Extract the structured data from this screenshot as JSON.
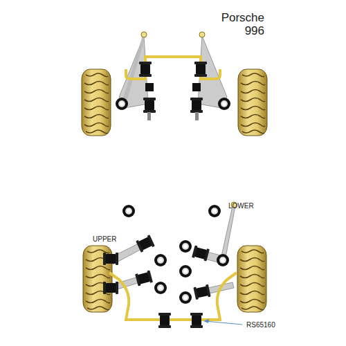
{
  "diagram": {
    "title": "Porsche 996",
    "labels": [
      "UPPER",
      "LOWER",
      "RS65160"
    ]
  }
}
